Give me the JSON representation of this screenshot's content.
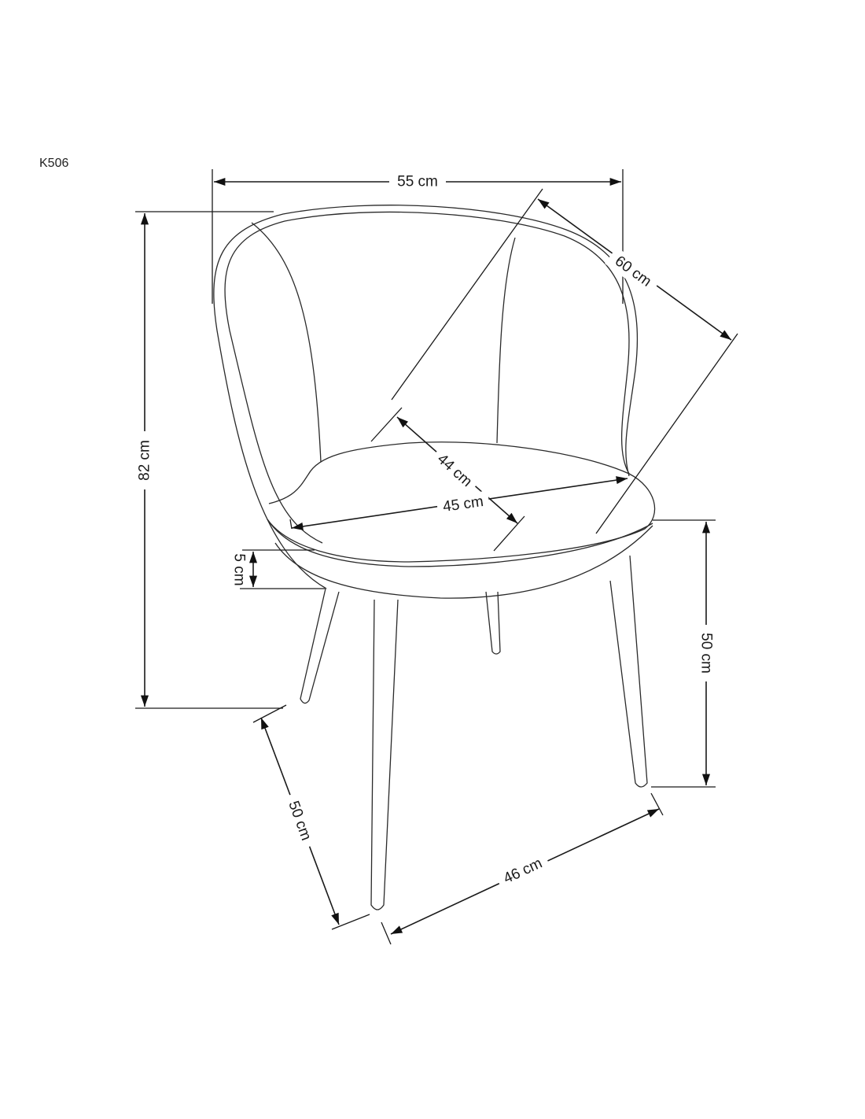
{
  "model_code": "K506",
  "dimensions": {
    "width": "55 cm",
    "height": "82 cm",
    "diagonal_depth": "60 cm",
    "seat_depth": "44 cm",
    "seat_width": "45 cm",
    "seat_thickness": "5 cm",
    "seat_height": "50 cm",
    "leg_depth": "50 cm",
    "leg_width": "46 cm"
  },
  "colors": {
    "line": "#1a1a1a",
    "background": "#ffffff"
  }
}
